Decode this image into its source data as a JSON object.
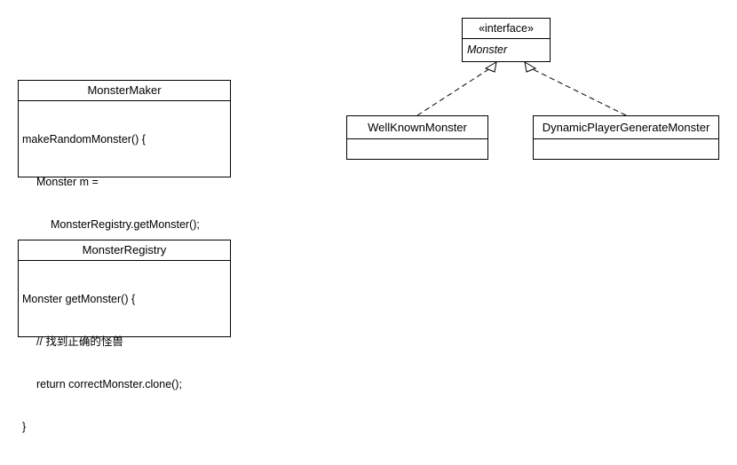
{
  "classes": {
    "monster_maker": {
      "name": "MonsterMaker",
      "body": [
        "makeRandomMonster() {",
        "Monster m =",
        "MonsterRegistry.getMonster();",
        "}"
      ]
    },
    "monster_registry": {
      "name": "MonsterRegistry",
      "body": [
        "Monster getMonster() {",
        "// 找到正确的怪兽",
        "return correctMonster.clone();",
        "}"
      ]
    },
    "interface": {
      "stereotype": "«interface»",
      "name": "Monster"
    },
    "well_known": {
      "name": "WellKnownMonster"
    },
    "dynamic": {
      "name": "DynamicPlayerGenerateMonster"
    }
  },
  "colors": {
    "stroke": "#000000",
    "background": "#ffffff"
  }
}
